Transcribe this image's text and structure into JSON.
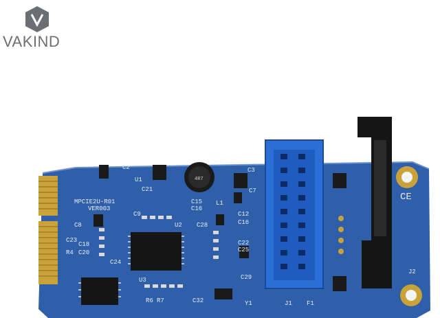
{
  "brand": {
    "name": "VAKIND",
    "logo_color": "#6b6f73"
  },
  "board": {
    "silkscreen": {
      "model": "MPCIE2U-R01",
      "version": "VER003",
      "ce_mark": "CE",
      "inductor_mark": "4R7",
      "labels": [
        "C3",
        "C7",
        "C2",
        "U1",
        "C15",
        "C16",
        "C28",
        "C12",
        "C16",
        "C22",
        "C25",
        "C29",
        "C8",
        "C23",
        "C18",
        "C20",
        "C24",
        "U2",
        "U3",
        "R6",
        "R7",
        "C32",
        "J1",
        "F1",
        "J2",
        "Y1",
        "L1",
        "R4",
        "C9",
        "C21"
      ]
    },
    "colors": {
      "pcb": "#2f5fa8",
      "connector_blue": "#2b6fd6",
      "gold": "#c9a23a",
      "black": "#151515"
    }
  }
}
